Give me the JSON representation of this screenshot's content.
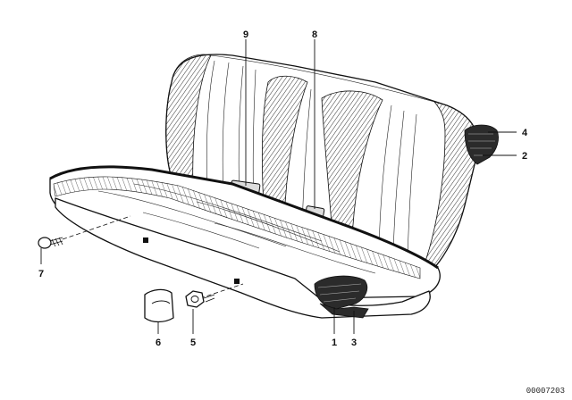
{
  "callouts": {
    "c1": "1",
    "c2": "2",
    "c3": "3",
    "c4": "4",
    "c5": "5",
    "c6": "6",
    "c7": "7",
    "c8": "8",
    "c9": "9"
  },
  "reference_code": "00007203"
}
